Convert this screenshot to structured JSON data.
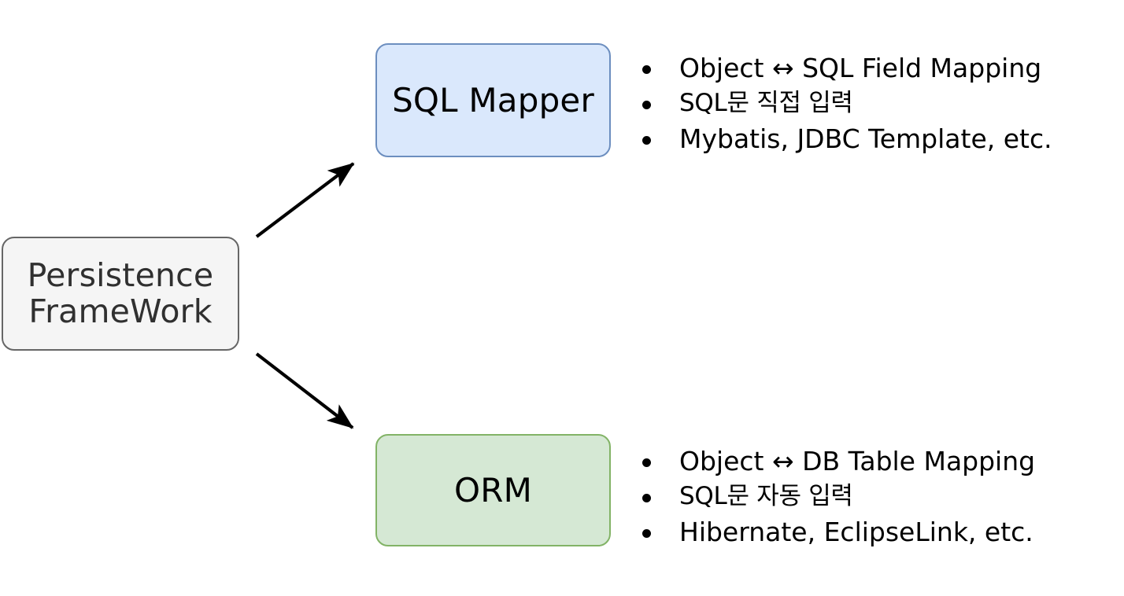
{
  "diagram": {
    "title": "Persistence FrameWork taxonomy",
    "background": "#ffffff",
    "nodes": {
      "root": {
        "label": "Persistence\nFrameWork",
        "fill": "#f5f5f5",
        "stroke": "#666666"
      },
      "sql_mapper": {
        "label": "SQL Mapper",
        "fill": "#dae8fc",
        "stroke": "#6c8ebf"
      },
      "orm": {
        "label": "ORM",
        "fill": "#d5e8d4",
        "stroke": "#82b366"
      }
    },
    "connectors": [
      {
        "name": "root-to-sql-mapper",
        "from": "root",
        "to": "sql_mapper",
        "style": "solid-arrow",
        "color": "#000000"
      },
      {
        "name": "root-to-orm",
        "from": "root",
        "to": "orm",
        "style": "solid-arrow",
        "color": "#000000"
      }
    ],
    "bullets": {
      "sql_mapper": [
        {
          "text": "Object ↔ SQL Field Mapping",
          "lang": "en"
        },
        {
          "text": "SQL문 직접 입력",
          "lang": "ko"
        },
        {
          "text": "Mybatis, JDBC Template, etc.",
          "lang": "en"
        }
      ],
      "orm": [
        {
          "text": "Object ↔ DB Table Mapping",
          "lang": "en"
        },
        {
          "text": "SQL문 자동 입력",
          "lang": "ko"
        },
        {
          "text": "Hibernate, EclipseLink, etc.",
          "lang": "en"
        }
      ]
    }
  }
}
